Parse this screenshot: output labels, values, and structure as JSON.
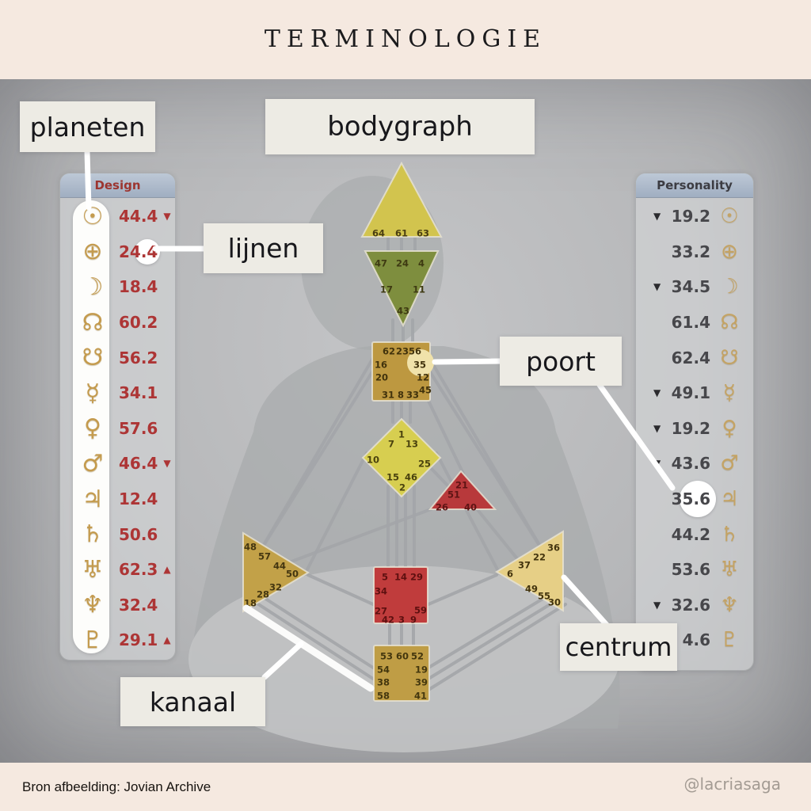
{
  "title": "TERMINOLOGIE",
  "annotations": {
    "planeten": "planeten",
    "bodygraph": "bodygraph",
    "lijnen": "lijnen",
    "poort": "poort",
    "centrum": "centrum",
    "kanaal": "kanaal"
  },
  "design_panel": {
    "header": "Design",
    "rows": [
      {
        "planet": "sun",
        "glyph": "☉",
        "value": "44.4",
        "arrow": "▼"
      },
      {
        "planet": "earth",
        "glyph": "⊕",
        "value": "24.4",
        "arrow": "",
        "highlight": true
      },
      {
        "planet": "moon",
        "glyph": "☽",
        "value": "18.4",
        "arrow": ""
      },
      {
        "planet": "north-node",
        "glyph": "☊",
        "value": "60.2",
        "arrow": ""
      },
      {
        "planet": "south-node",
        "glyph": "☋",
        "value": "56.2",
        "arrow": ""
      },
      {
        "planet": "mercury",
        "glyph": "☿",
        "value": "34.1",
        "arrow": ""
      },
      {
        "planet": "venus",
        "glyph": "♀",
        "value": "57.6",
        "arrow": ""
      },
      {
        "planet": "mars",
        "glyph": "♂",
        "value": "46.4",
        "arrow": "▼"
      },
      {
        "planet": "jupiter",
        "glyph": "♃",
        "value": "12.4",
        "arrow": ""
      },
      {
        "planet": "saturn",
        "glyph": "♄",
        "value": "50.6",
        "arrow": ""
      },
      {
        "planet": "uranus",
        "glyph": "♅",
        "value": "62.3",
        "arrow": "▲"
      },
      {
        "planet": "neptune",
        "glyph": "♆",
        "value": "32.4",
        "arrow": ""
      },
      {
        "planet": "pluto",
        "glyph": "♇",
        "value": "29.1",
        "arrow": "▲"
      }
    ]
  },
  "personality_panel": {
    "header": "Personality",
    "rows": [
      {
        "planet": "sun",
        "glyph": "☉",
        "value": "19.2",
        "arrow": "▼"
      },
      {
        "planet": "earth",
        "glyph": "⊕",
        "value": "33.2",
        "arrow": ""
      },
      {
        "planet": "moon",
        "glyph": "☽",
        "value": "34.5",
        "arrow": "▼"
      },
      {
        "planet": "north-node",
        "glyph": "☊",
        "value": "61.4",
        "arrow": ""
      },
      {
        "planet": "south-node",
        "glyph": "☋",
        "value": "62.4",
        "arrow": ""
      },
      {
        "planet": "mercury",
        "glyph": "☿",
        "value": "49.1",
        "arrow": "▼"
      },
      {
        "planet": "venus",
        "glyph": "♀",
        "value": "19.2",
        "arrow": "▼"
      },
      {
        "planet": "mars",
        "glyph": "♂",
        "value": "43.6",
        "arrow": "▼"
      },
      {
        "planet": "jupiter",
        "glyph": "♃",
        "value": "35.6",
        "arrow": "",
        "highlight": true
      },
      {
        "planet": "saturn",
        "glyph": "♄",
        "value": "44.2",
        "arrow": ""
      },
      {
        "planet": "uranus",
        "glyph": "♅",
        "value": "53.6",
        "arrow": ""
      },
      {
        "planet": "neptune",
        "glyph": "♆",
        "value": "32.6",
        "arrow": "▼"
      },
      {
        "planet": "pluto",
        "glyph": "♇",
        "value": "4.6",
        "arrow": ""
      }
    ]
  },
  "bodygraph": {
    "head": [
      "64",
      "61",
      "63"
    ],
    "ajna": [
      "47",
      "24",
      "4",
      "17",
      "11",
      "43"
    ],
    "throat": [
      "62",
      "23",
      "56",
      "16",
      "35",
      "20",
      "12",
      "31",
      "8",
      "33",
      "45"
    ],
    "g_center": [
      "1",
      "7",
      "13",
      "10",
      "25",
      "15",
      "46",
      "2"
    ],
    "heart": [
      "21",
      "51",
      "26",
      "40"
    ],
    "spleen": [
      "48",
      "57",
      "44",
      "50",
      "32",
      "28",
      "18"
    ],
    "solar_plexus": [
      "36",
      "22",
      "37",
      "6",
      "49",
      "55",
      "30"
    ],
    "sacral": [
      "5",
      "14",
      "29",
      "34",
      "27",
      "59",
      "42",
      "3",
      "9"
    ],
    "root": [
      "53",
      "60",
      "52",
      "54",
      "19",
      "38",
      "39",
      "58",
      "41"
    ]
  },
  "footer": {
    "source": "Bron afbeelding: Jovian Archive",
    "handle": "@lacriasaga"
  },
  "colors": {
    "cream_band": "#f5e9e0",
    "label_bg": "#edebe4",
    "planet_gold": "#c49b4e",
    "design_red": "#ad3535",
    "personality_dark": "#47474b",
    "panel_header_blue": "#aebdd0",
    "head_yellow": "#d2c44e",
    "ajna_green": "#7e8e3e",
    "throat_gold": "#bd9840",
    "g_yellow": "#d7ce50",
    "heart_red": "#b8393b",
    "spleen_gold": "#c2a148",
    "solar_plexus_gold": "#e6cf86",
    "sacral_red": "#c03c3c",
    "root_gold": "#bf9d45"
  }
}
